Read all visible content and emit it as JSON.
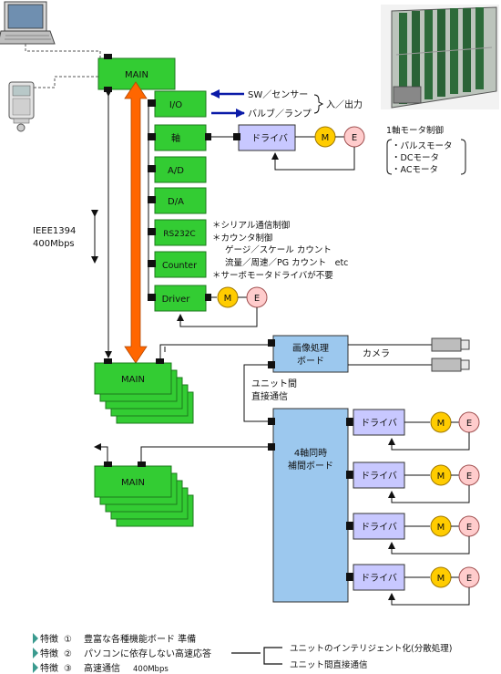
{
  "colors": {
    "green": "#33cc33",
    "green_dark": "#228822",
    "blue_light": "#9cc8ee",
    "lavender": "#c8c8ff",
    "orange": "#ff6600",
    "motor_yellow": "#ffcc00",
    "encoder_pink": "#ffcccc",
    "arrow_navy": "#0a1aa8",
    "bullet": "#3b9b8f"
  },
  "main_top": "MAIN",
  "main_mid": "MAIN",
  "main_low": "MAIN",
  "modules": [
    "I/O",
    "軸",
    "A/D",
    "D/A",
    "RS232C",
    "Counter",
    "Driver"
  ],
  "io_signals": {
    "sw": "SW／センサー",
    "valve": "バルブ／ランプ",
    "inout": "入／出力"
  },
  "axis_control": {
    "title": "1軸モータ制御",
    "items": [
      "・パルスモータ",
      "・DCモータ",
      "・ACモータ"
    ]
  },
  "driver_label": "ドライバ",
  "motor_label": "M",
  "encoder_label": "E",
  "ieee": {
    "line1": "IEEE1394",
    "line2": "400Mbps"
  },
  "notes": [
    "＊シリアル通信制御",
    "＊カウンタ制御",
    "ゲージ／スケール カウント",
    "流量／周速／PG カウント　etc",
    "＊サーボモータドライバが不要"
  ],
  "image_board": {
    "line1": "画像処理",
    "line2": "ボード"
  },
  "camera": "カメラ",
  "unit_comm": {
    "line1": "ユニット間",
    "line2": "直接通信"
  },
  "interp_board": {
    "line1": "4軸同時",
    "line2": "補間ボード"
  },
  "features": [
    {
      "label": "特徴",
      "num": "①",
      "text": "豊富な各種機能ボード 準備"
    },
    {
      "label": "特徴",
      "num": "②",
      "text": "パソコンに依存しない高速応答"
    },
    {
      "label": "特徴",
      "num": "③",
      "text": "高速通信",
      "sub": "400Mbps"
    }
  ],
  "summary": [
    "ユニットのインテリジェント化(分散処理)",
    "ユニット間直接通信"
  ]
}
